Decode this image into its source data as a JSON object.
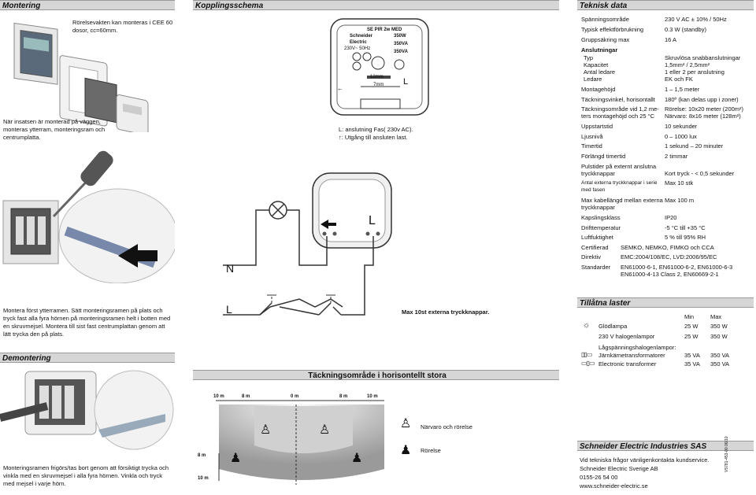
{
  "sections": {
    "montering": "Montering",
    "kopplingsschema": "Kopplingsschema",
    "teknisk_data": "Teknisk data",
    "demontering": "Demontering",
    "tillatna_laster": "Tillåtna laster",
    "tackningsomrade": "Täckningsområde i horisontellt stora",
    "company": "Schneider Electric Industries SAS"
  },
  "montering": {
    "text1": "Rörelsevakten kan monteras i CEE 60 dosor, cc=60mm.",
    "text2": "När insatsen är monterad på väggen, monteras ytterram, monteringsram och centrumplatta.",
    "text3": "Montera först ytterramen. Sätt monteringsramen på plats och tryck fast alla fyra hörnen på monteringsramen helt i botten med en skruvmejsel. Montera till sist fast centrumplattan genom att lätt trycka den på plats."
  },
  "demontering": {
    "text": "Monteringsramen frigörs/tas bort genom att försiktigt trycka och vinkla med en skruvmejsel i alla fyra hörnen. Vinkla och tryck med mejsel i varje hörn."
  },
  "device": {
    "model": "SE PIR 2w MED",
    "brand": "Schneider Electric",
    "voltage": "230V~ 50Hz",
    "w1": "350W",
    "w2": "350VA",
    "w3": "350VA",
    "strip": "12mm",
    "strip2": "7mm",
    "L": "L"
  },
  "wiring": {
    "legend1": "L: anslutning Fas( 230v AC).",
    "legend2": ": Utgång till ansluten last.",
    "N": "N",
    "L": "L",
    "note": "Max 10st externa tryckknappar."
  },
  "spec": [
    {
      "k": "Spänningsområde",
      "v": "230 V AC ± 10% / 50Hz"
    },
    {
      "k": "Typisk effektförbrukning",
      "v": "0.3 W (standby)"
    },
    {
      "k": "Gruppsäkring max",
      "v": "16 A"
    }
  ],
  "anslutningar": {
    "title": "Anslutningar",
    "rows": [
      {
        "k": "Typ",
        "v": "Skruvlösa snabbanslutningar"
      },
      {
        "k": "Kapacitet",
        "v": "1,5mm² / 2,5mm²"
      },
      {
        "k": "Antal ledare",
        "v": "1 eller 2 per anslutning"
      },
      {
        "k": "Ledare",
        "v": "EK och FK"
      }
    ]
  },
  "spec2": [
    {
      "k": "Montagehöjd",
      "v": "1 – 1,5 meter"
    },
    {
      "k": "Täckningsvinkel, horisontallt",
      "v": "180º (kan delas upp i zoner)"
    },
    {
      "k": "Täckningsområde vid 1,2 me-",
      "k2": "ters montagehöjd och 25 °C",
      "v": "Rörelse: 10x20 meter (200m²)",
      "v2": "Närvaro: 8x16 meter (128m²)"
    },
    {
      "k": "Uppstartstid",
      "v": "10 sekunder"
    },
    {
      "k": "Ljusnivå",
      "v": "0 – 1000 lux"
    },
    {
      "k": "Timertid",
      "v": "1 sekund – 20 minuter"
    },
    {
      "k": "Förlängd timertid",
      "v": "2 timmar"
    },
    {
      "k": "Pulstider på externt anslutna",
      "k2": "tryckknappar",
      "v": "Kort tryck - < 0,5 sekunder"
    },
    {
      "k": "Antal externa tryckknappar i serie",
      "k2": "med fasen",
      "v": "Max 10 stk"
    },
    {
      "k": "Max kabellängd mellan externa",
      "k2": "tryckknappar",
      "v": "Max 100 m"
    },
    {
      "k": "Kapslingsklass",
      "v": "IP20"
    },
    {
      "k": "Drifttemperatur",
      "v": "-5 °C till +35 °C"
    },
    {
      "k": "Luftfuktighet",
      "v": "5 % till 95% RH"
    }
  ],
  "spec3": [
    {
      "k": "Certifierad",
      "v": "SEMKO, NEMKO, FIMKO och CCA"
    },
    {
      "k": "Direktiv",
      "v": "EMC:2004/108/EC, LVD:2006/95/EC"
    },
    {
      "k": "Standarder",
      "v": "EN61000-6-1, EN61000-6-2, EN61000-6-3",
      "v2": "EN61000-4-13 Class 2, EN60669-2-1"
    }
  ],
  "loads": {
    "min": "Min",
    "max": "Max",
    "rows": [
      {
        "label": "Glödlampa",
        "min": "25 W",
        "max": "350 W",
        "icon": "bulb-icon"
      },
      {
        "label": "230 V halogenlampor",
        "min": "25 W",
        "max": "350 W",
        "icon": ""
      }
    ],
    "lowvolt": "Lågspänningshalogenlampor:",
    "rows2": [
      {
        "label": "Järnkärnetransformatorer",
        "min": "35 VA",
        "max": "350 VA",
        "icon": "iron-core-transformer-icon"
      },
      {
        "label": "Electronic transformer",
        "min": "35 VA",
        "max": "350 VA",
        "icon": "electronic-transformer-icon"
      }
    ]
  },
  "coverage": {
    "top_labels": [
      "10 m",
      "8 m",
      "0 m",
      "8 m",
      "10 m"
    ],
    "side_labels": [
      "8 m",
      "10 m"
    ],
    "legend_presence": "Närvaro och rörelse",
    "legend_motion": "Rörelse"
  },
  "contact": {
    "line1": "Vid tekniska frågor vänligenkontakta kundservice.",
    "line2": "Schneider Electric Sverige AB",
    "line3": "0155-26 54 00",
    "line4": "www.schneider-electric.se"
  },
  "docref": "V5781-453-00   06/10"
}
